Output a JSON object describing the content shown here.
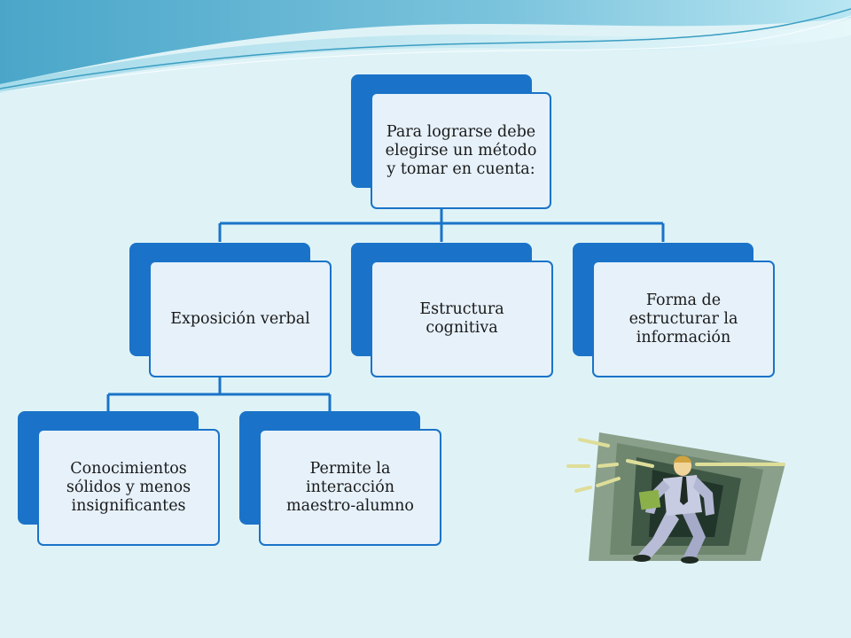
{
  "diagram": {
    "root": {
      "label": "Para lograrse debe elegirse un método y tomar en cuenta:"
    },
    "level1": [
      {
        "label": "Exposición verbal"
      },
      {
        "label": "Estructura cognitiva"
      },
      {
        "label": "Forma de estructurar la información"
      }
    ],
    "level2": [
      {
        "label": "Conocimientos sólidos y menos insignificantes"
      },
      {
        "label": "Permite la interacción maestro-alumno"
      }
    ]
  },
  "colors": {
    "accent": "#1a73c8",
    "box_fill": "#e6f1fa",
    "background": "#dff3f7"
  },
  "icons": {
    "clipart": "running-businessman-illustration"
  }
}
